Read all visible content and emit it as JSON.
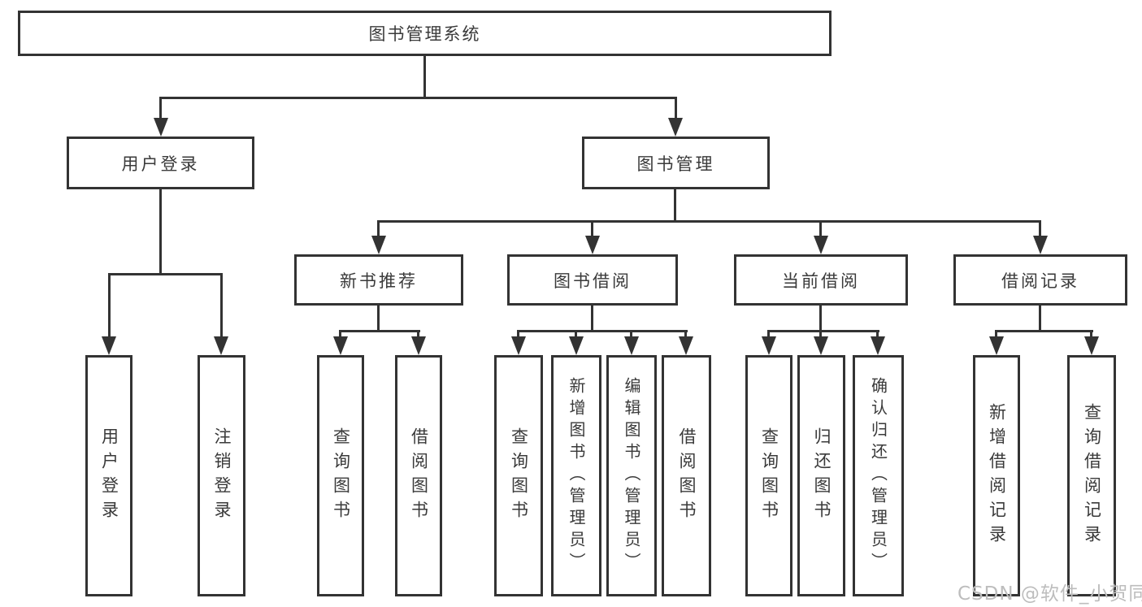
{
  "nodes": {
    "root": "图书管理系统",
    "user_login": "用户登录",
    "book_management": "图书管理",
    "new_books": "新书推荐",
    "book_borrowing": "图书借阅",
    "current_borrowing": "当前借阅",
    "borrowing_records": "借阅记录",
    "leaf_user_login": "用户登录",
    "leaf_logout": "注销登录",
    "nb_query_books": "查询图书",
    "nb_borrow_books": "借阅图书",
    "bb_query_books": "查询图书",
    "bb_add_books": "新增图书（管理员）",
    "bb_edit_books": "编辑图书（管理员）",
    "bb_borrow_books": "借阅图书",
    "cb_query_books": "查询图书",
    "cb_return_books": "归还图书",
    "cb_confirm_return": "确认归还（管理员）",
    "br_add_record": "新增借阅记录",
    "br_query_record": "查询借阅记录"
  },
  "watermark": "CSDN @软件_小贺同学",
  "colors": {
    "line": "#333333",
    "box_border": "#333333",
    "text": "#3a3a3a",
    "background": "#ffffff",
    "watermark": "#bdbdbd"
  }
}
